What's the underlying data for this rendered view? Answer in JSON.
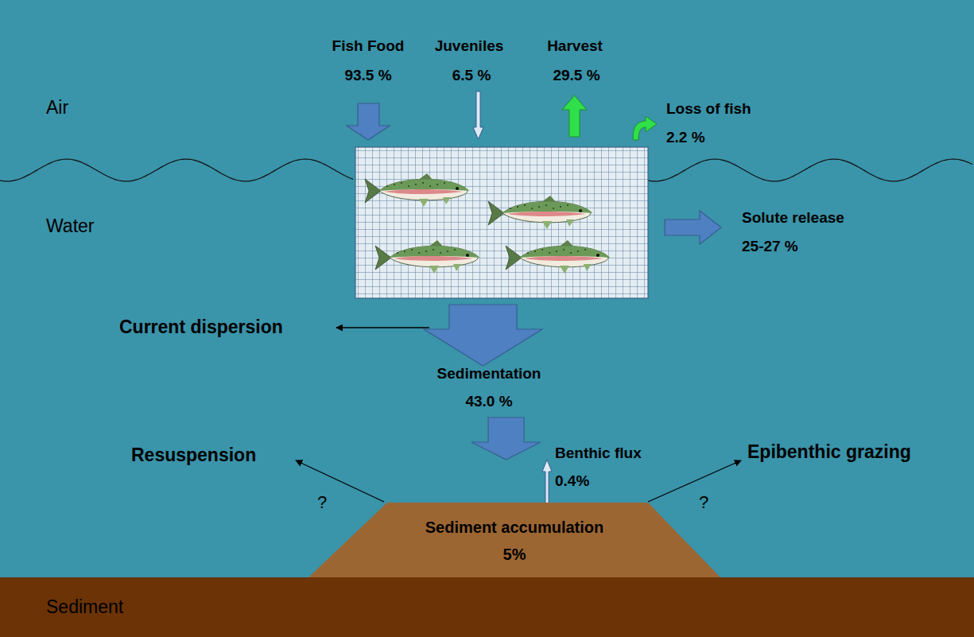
{
  "diagram": {
    "nodes": [
      {
        "text": [
          "Sediment accumulation",
          "5%"
        ]
      },
      {
        "text": [
          "Sediment"
        ]
      }
    ],
    "labels": [
      "Air",
      "Water",
      "Fish Food",
      "93.5 %",
      "Juveniles",
      "6.5 %",
      "Harvest",
      "29.5 %",
      "Loss of fish",
      "2.2 %",
      "Solute release",
      "25-27 %",
      "Current dispersion",
      "Sedimentation",
      "43.0 %",
      "Resuspension",
      "?",
      "Benthic flux",
      "0.4%",
      "Epibenthic grazing",
      "?"
    ]
  }
}
